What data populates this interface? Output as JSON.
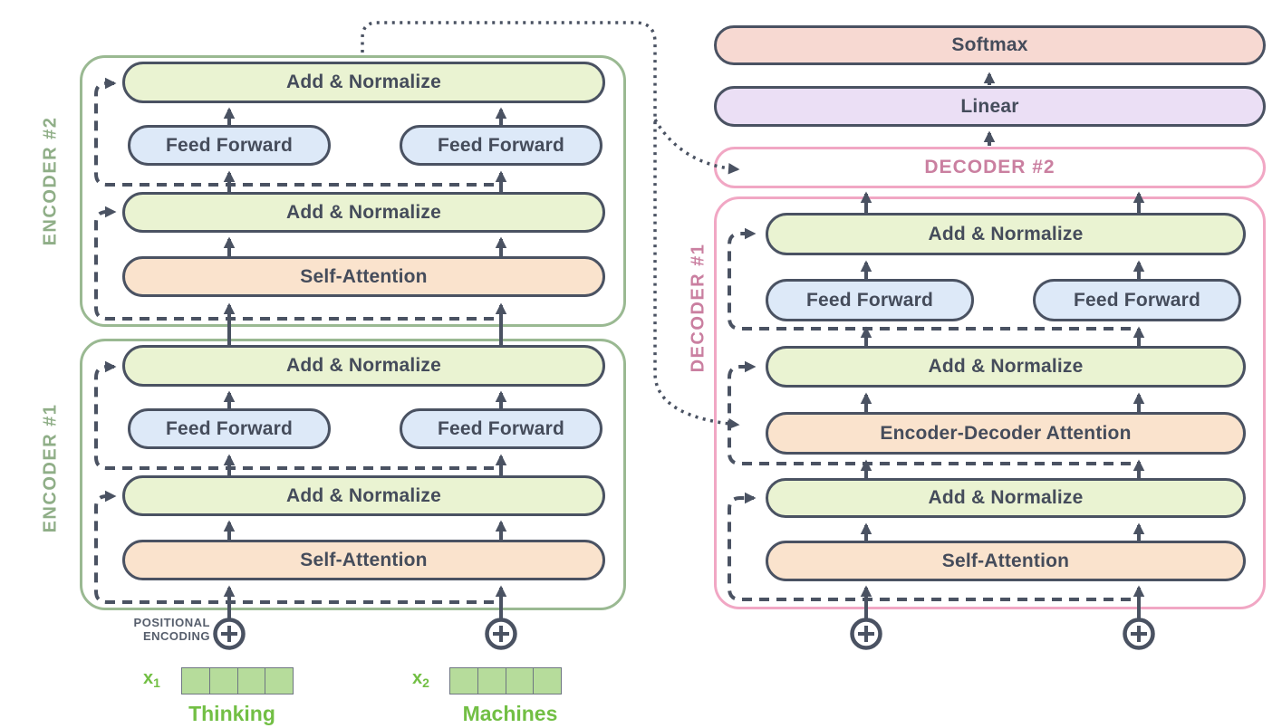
{
  "encoder2": {
    "label": "ENCODER #2",
    "add_normalize_top": "Add & Normalize",
    "feed_forward_left": "Feed Forward",
    "feed_forward_right": "Feed Forward",
    "add_normalize_mid": "Add & Normalize",
    "self_attention": "Self-Attention"
  },
  "encoder1": {
    "label": "ENCODER #1",
    "add_normalize_top": "Add & Normalize",
    "feed_forward_left": "Feed Forward",
    "feed_forward_right": "Feed Forward",
    "add_normalize_mid": "Add & Normalize",
    "self_attention": "Self-Attention"
  },
  "decoder2": {
    "label": "DECODER #2"
  },
  "decoder1": {
    "label": "DECODER #1",
    "add_normalize_top": "Add & Normalize",
    "feed_forward_left": "Feed Forward",
    "feed_forward_right": "Feed Forward",
    "add_normalize_mid": "Add & Normalize",
    "encoder_decoder_attention": "Encoder-Decoder Attention",
    "add_normalize_bottom": "Add & Normalize",
    "self_attention": "Self-Attention"
  },
  "output_head": {
    "softmax": "Softmax",
    "linear": "Linear"
  },
  "inputs": {
    "positional_encoding_line1": "POSITIONAL",
    "positional_encoding_line2": "ENCODING",
    "x1_base": "x",
    "x1_sub": "1",
    "x1_word": "Thinking",
    "x2_base": "x",
    "x2_sub": "2",
    "x2_word": "Machines",
    "cells_per_vector": 4
  },
  "colors": {
    "ink": "#4a5262",
    "pill_text": "#454c5b",
    "green_fill": "#eaf3d2",
    "blue_fill": "#dde9f8",
    "orange_fill": "#fae3cd",
    "salmon_fill": "#f7d9d2",
    "lavender_fill": "#ebdff5",
    "enc_border": "#9ab992",
    "enc_label": "#8fae87",
    "dec_border": "#f1a7c4",
    "dec_label": "#ca7fa0",
    "bright_green": "#72bf44",
    "cell_fill": "#b6dc9b",
    "cell_border": "#6e7681",
    "bg": "#ffffff"
  }
}
